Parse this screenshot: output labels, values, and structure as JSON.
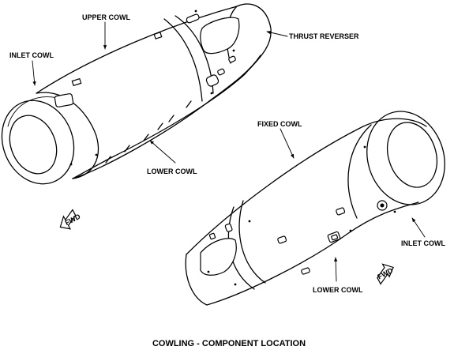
{
  "caption": "COWLING - COMPONENT LOCATION",
  "labels": {
    "upper_cowl": "UPPER COWL",
    "inlet_cowl_left": "INLET COWL",
    "thrust_reverser": "THRUST REVERSER",
    "lower_cowl_left": "LOWER COWL",
    "fixed_cowl": "FIXED COWL",
    "inlet_cowl_right": "INLET COWL",
    "lower_cowl_right": "LOWER COWL",
    "fwd_left": "FWD",
    "fwd_right": "FWD"
  },
  "icons": {
    "leader_arrow": "arrowhead",
    "direction_marker": "fwd-arrow"
  }
}
